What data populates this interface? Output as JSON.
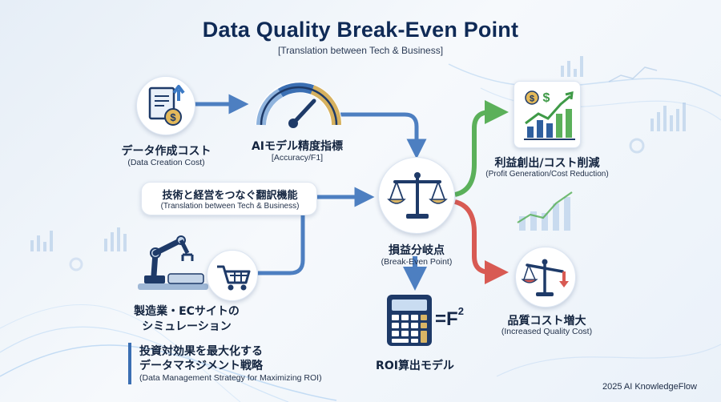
{
  "header": {
    "title": "Data Quality Break-Even Point",
    "subtitle": "[Translation between Tech & Business]"
  },
  "nodes": {
    "data_creation": {
      "label_ja": "データ作成コスト",
      "label_en": "(Data Creation Cost)",
      "icon": "document-coin-icon"
    },
    "ai_metric": {
      "label_ja": "AIモデル精度指標",
      "label_en": "[Accuracy/F1]",
      "icon": "gauge-icon"
    },
    "translation": {
      "label_ja": "技術と経営をつなぐ翻訳機能",
      "label_en": "(Translation between Tech & Business)"
    },
    "break_even": {
      "label_ja": "損益分岐点",
      "label_en": "(Break-Even Point)",
      "icon": "balance-scale-icon"
    },
    "profit": {
      "label_ja": "利益創出/コスト削減",
      "label_en": "(Profit Generation/Cost Reduction)",
      "icon": "growth-chart-icon"
    },
    "quality_cost": {
      "label_ja": "品質コスト増大",
      "label_en": "(Increased Quality Cost)",
      "icon": "tilted-scale-icon"
    },
    "simulation": {
      "label_ja_line1": "製造業・ECサイトの",
      "label_ja_line2": "シミュレーション",
      "icon": "robot-arm-cart-icon"
    },
    "roi": {
      "label_ja": "ROI算出モデル",
      "formula": "=F",
      "exponent": "2",
      "icon": "calculator-icon"
    },
    "strategy": {
      "line1": "投資対効果を最大化する",
      "line2": "データマネジメント戦略",
      "line3": "(Data Management Strategy for Maximizing ROI)"
    }
  },
  "footer": {
    "credit": "2025 AI KnowledgeFlow"
  },
  "colors": {
    "arrow_blue": "#4d7fc1",
    "arrow_green": "#5bb05a",
    "arrow_red": "#d85a53",
    "navy": "#1e3a68",
    "gold": "#d9b565"
  }
}
